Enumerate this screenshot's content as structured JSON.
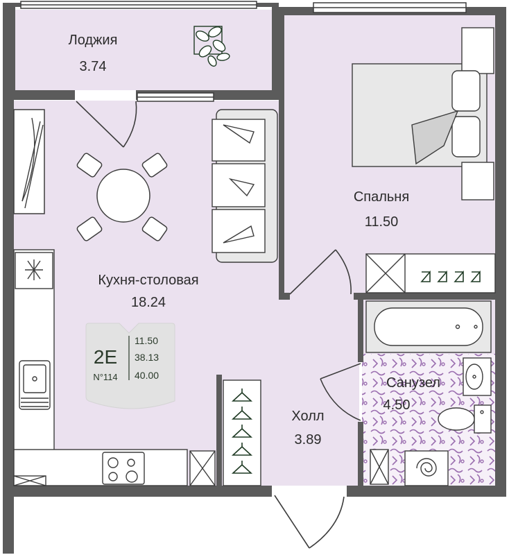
{
  "rooms": {
    "loggia": {
      "name": "Лоджия",
      "area": "3.74"
    },
    "kitchen": {
      "name": "Кухня-столовая",
      "area": "18.24"
    },
    "bedroom": {
      "name": "Спальня",
      "area": "11.50"
    },
    "hall": {
      "name": "Холл",
      "area": "3.89"
    },
    "bathroom": {
      "name": "Санузел",
      "area": "4.50"
    }
  },
  "badge": {
    "type": "2E",
    "number": "N°114",
    "living_area": "11.50",
    "area_2": "38.13",
    "total_area": "40.00"
  },
  "colors": {
    "floor": "#ebe1ef",
    "wall": "#5b5b5b",
    "furniture_fill": "#e8e8e8",
    "furniture_stroke": "#3c3c3c",
    "accent": "#1f3a24",
    "tile": "#9b6fb0"
  }
}
